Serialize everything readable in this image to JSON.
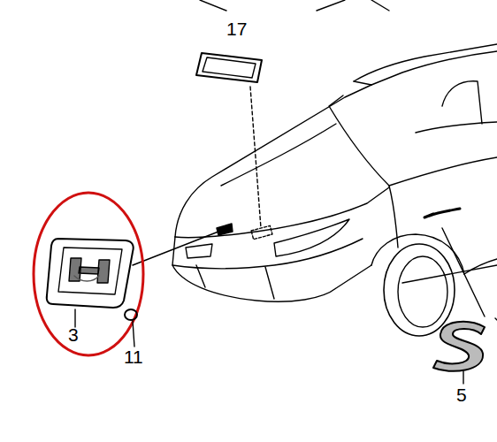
{
  "diagram": {
    "labels": [
      "17",
      "3",
      "11",
      "5"
    ]
  }
}
